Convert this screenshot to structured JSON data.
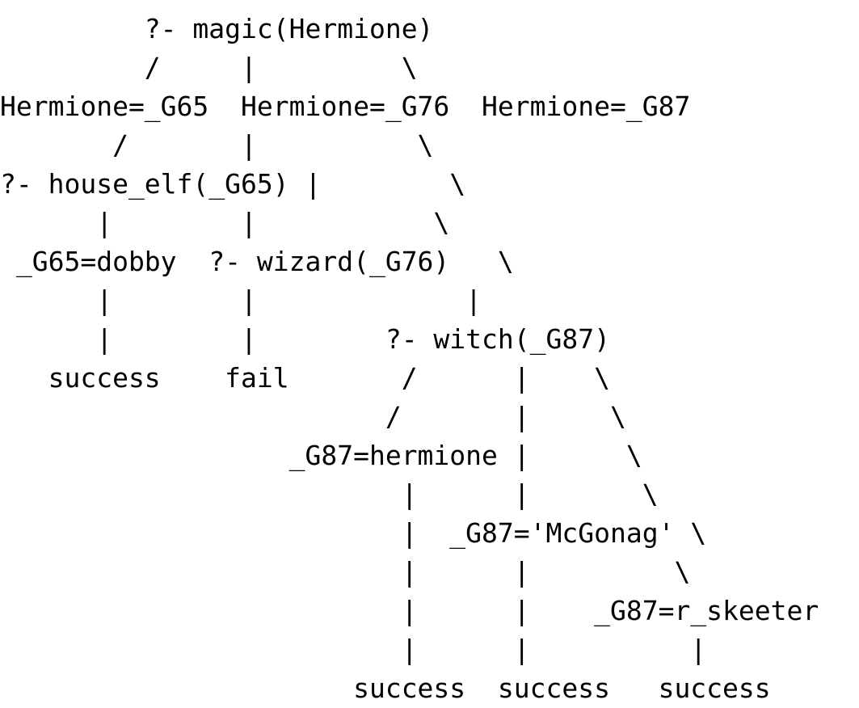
{
  "tree": {
    "lines": [
      "         ?- magic(Hermione)",
      "         /     |         \\",
      "Hermione=_G65  Hermione=_G76  Hermione=_G87",
      "       /       |          \\",
      "?- house_elf(_G65) |        \\",
      "      |        |           \\",
      " _G65=dobby  ?- wizard(_G76)   \\",
      "      |        |             |",
      "      |        |        ?- witch(_G87)",
      "   success    fail       /      |    \\",
      "                        /       |     \\",
      "                  _G87=hermione |      \\",
      "                         |      |       \\",
      "                         |  _G87='McGonag' \\",
      "                         |      |         \\",
      "                         |      |    _G87=r_skeeter",
      "                         |      |          |",
      "                      success  success   success"
    ]
  }
}
